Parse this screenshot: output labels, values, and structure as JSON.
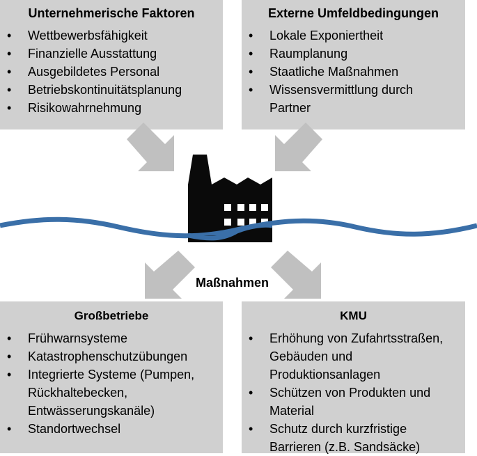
{
  "top_left": {
    "title": "Unternehmerische Faktoren",
    "items": [
      "Wettbewerbsfähigkeit",
      "Finanzielle Ausstattung",
      "Ausgebildetes Personal",
      "Betriebskontinuitätsplanung",
      "Risikowahrnehmung"
    ]
  },
  "top_right": {
    "title": "Externe Umfeldbedingungen",
    "items": [
      "Lokale Exponiertheit",
      "Raumplanung",
      "Staatliche Maßnahmen",
      "Wissensvermittlung durch Partner"
    ]
  },
  "center": {
    "label": "Maßnahmen"
  },
  "bottom_left": {
    "title": "Großbetriebe",
    "items": [
      "Frühwarnsysteme",
      "Katastrophenschutzübungen",
      "Integrierte Systeme (Pumpen, Rückhaltebecken, Entwässerungskanäle)",
      "Standortwechsel"
    ]
  },
  "bottom_right": {
    "title": "KMU",
    "items": [
      "Erhöhung von Zufahrtsstraßen, Gebäuden und Produktionsanlagen",
      "Schützen von Produkten und Material",
      "Schutz durch kurzfristige Barrieren (z.B. Sandsäcke)"
    ]
  },
  "colors": {
    "box": "#d0d0d0",
    "arrow": "#c0c0c0",
    "water": "#3a6fa8",
    "factory": "#0a0a0a"
  },
  "icons": [
    "factory-icon",
    "water-wave",
    "arrow-icon"
  ]
}
